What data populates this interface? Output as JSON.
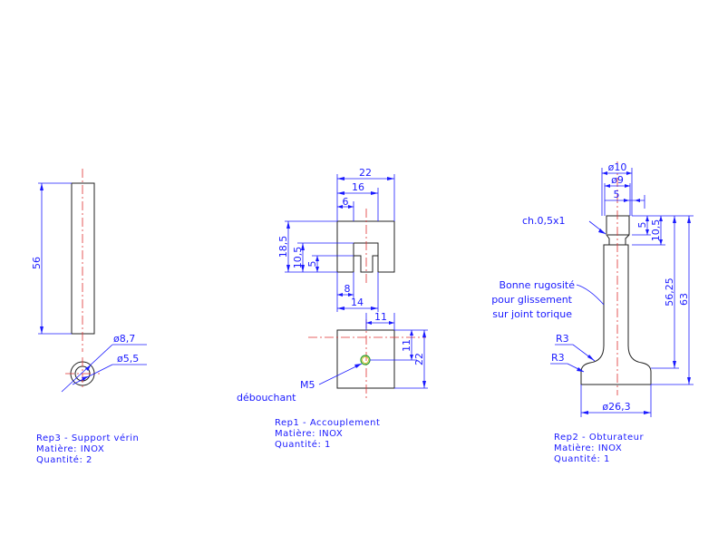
{
  "part_rep3": {
    "dim_length": "56",
    "dim_outer_diameter": "ø8,7",
    "dim_inner_diameter": "ø5,5",
    "title": "Rep3 - Support vérin",
    "material": "Matière: INOX",
    "quantity": "Quantité: 2"
  },
  "part_rep1": {
    "dim_width_total": "22",
    "dim_width_16": "16",
    "dim_width_6": "6",
    "dim_height_total": "18,5",
    "dim_height_10_5": "10,5",
    "dim_height_5": "5",
    "dim_8": "8",
    "dim_14": "14",
    "dim_11_h": "11",
    "dim_11_v": "11",
    "dim_22_v": "22",
    "thread_label": "M5",
    "thread_note": "débouchant",
    "title": "Rep1 - Accouplement",
    "material": "Matière: INOX",
    "quantity": "Quantité: 1"
  },
  "part_rep2": {
    "dim_d10": "ø10",
    "dim_d9": "ø9",
    "dim_5_h": "5",
    "dim_5_v": "5",
    "dim_10_5": "10,5",
    "dim_56_25": "56,25",
    "dim_63": "63",
    "chamfer_note": "ch.0,5x1",
    "surface_note_line1": "Bonne rugosité",
    "surface_note_line2": "pour glissement",
    "surface_note_line3": "sur joint torique",
    "radius_1": "R3",
    "radius_2": "R3",
    "dim_base_diameter": "ø26,3",
    "title": "Rep2 - Obturateur",
    "material": "Matière: INOX",
    "quantity": "Quantité: 1"
  }
}
